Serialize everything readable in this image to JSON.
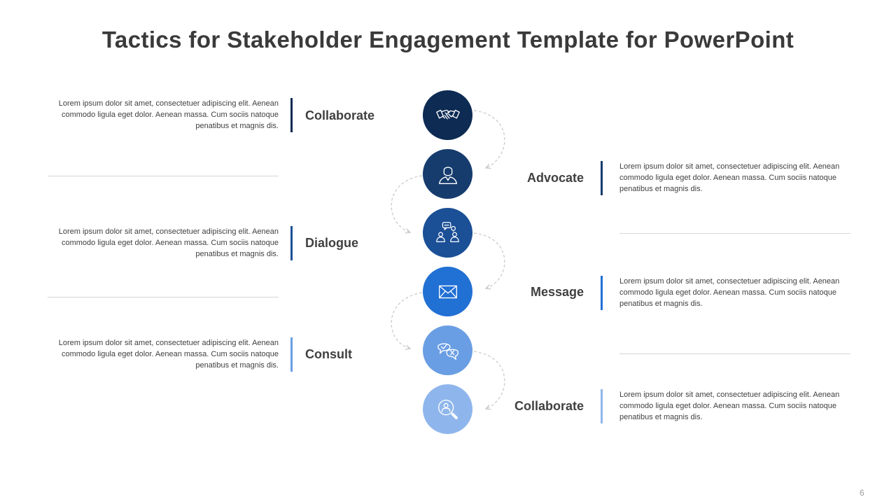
{
  "title": "Tactics for Stakeholder Engagement Template for PowerPoint",
  "page_number": "6",
  "colors": {
    "step1": "#0d2b53",
    "step2": "#163c6e",
    "step3": "#1b4f96",
    "step4": "#2170d4",
    "step5": "#6a9ee4",
    "step6": "#8fb6ec",
    "divider": "#d6d6d6",
    "connector": "#c8c8c8"
  },
  "steps": [
    {
      "label": "Collaborate",
      "icon": "handshake-icon",
      "side": "left",
      "description": "Lorem  ipsum dolor sit amet, consectetuer adipiscing elit. Aenean  commodo  ligula eget dolor. Aenean massa. Cum sociis natoque penatibus et magnis dis."
    },
    {
      "label": "Advocate",
      "icon": "person-icon",
      "side": "right",
      "description": "Lorem  ipsum dolor sit amet, consectetuer adipiscing elit. Aenean  commodo  ligula eget dolor. Aenean massa. Cum sociis natoque penatibus et magnis dis."
    },
    {
      "label": "Dialogue",
      "icon": "group-chat-icon",
      "side": "left",
      "description": "Lorem  ipsum dolor sit amet, consectetuer adipiscing elit. Aenean  commodo  ligula eget dolor. Aenean massa. Cum sociis natoque penatibus et magnis dis."
    },
    {
      "label": "Message",
      "icon": "envelope-icon",
      "side": "right",
      "description": "Lorem  ipsum dolor sit amet, consectetuer adipiscing elit. Aenean  commodo  ligula eget dolor. Aenean massa. Cum sociis natoque penatibus et magnis dis."
    },
    {
      "label": "Consult",
      "icon": "speech-bubbles-icon",
      "side": "left",
      "description": "Lorem  ipsum dolor sit amet, consectetuer adipiscing elit. Aenean  commodo  ligula eget dolor. Aenean massa. Cum sociis natoque penatibus et magnis dis."
    },
    {
      "label": "Collaborate",
      "icon": "magnifier-person-icon",
      "side": "right",
      "description": "Lorem  ipsum dolor sit amet, consectetuer adipiscing elit. Aenean  commodo  ligula eget dolor. Aenean massa. Cum sociis natoque penatibus et magnis dis."
    }
  ]
}
